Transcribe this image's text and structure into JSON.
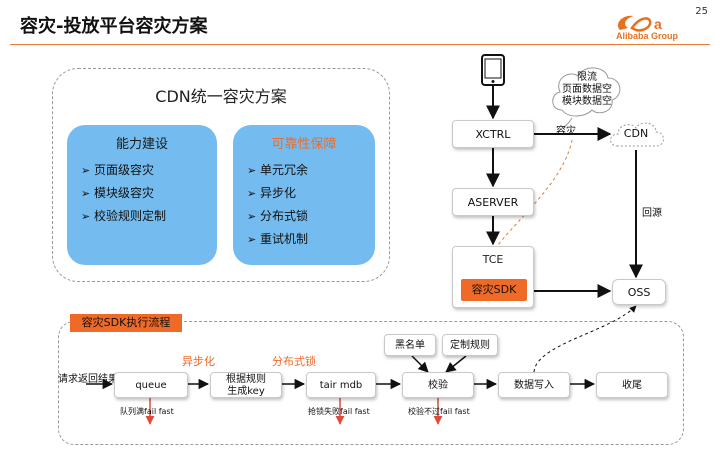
{
  "header": {
    "title": "容灾-投放平台容灾方案",
    "page_number": "25",
    "brand": "Alibaba Group"
  },
  "cdn_panel": {
    "title": "CDN统一容灾方案",
    "capability": {
      "title": "能力建设",
      "items": [
        "页面级容灾",
        "模块级容灾",
        "校验规则定制"
      ]
    },
    "reliability": {
      "title": "可靠性保障",
      "items": [
        "单元冗余",
        "异步化",
        "分布式锁",
        "重试机制"
      ]
    }
  },
  "architecture": {
    "xctrl": "XCTRL",
    "aserver": "ASERVER",
    "tce": "TCE",
    "sdk": "容灾SDK",
    "cdn": "CDN",
    "oss": "OSS",
    "cloud_lines": [
      "限流",
      "页面数据空",
      "模块数据空"
    ],
    "edge_disaster": "容灾",
    "edge_origin": "回源"
  },
  "flow": {
    "tag": "容灾SDK执行流程",
    "start_label": "请求返回结果",
    "steps": {
      "queue": "queue",
      "keygen_line1": "根据规则",
      "keygen_line2": "生成key",
      "tair": "tair mdb",
      "verify": "校验",
      "write": "数据写入",
      "finish": "收尾",
      "blacklist": "黑名单",
      "custom_rules": "定制规则"
    },
    "annotations": {
      "async": "异步化",
      "dist_lock": "分布式锁",
      "queue_fail": "队列满fail fast",
      "lock_fail": "抢锁失败fail fast",
      "verify_fail": "校验不过fail fast"
    }
  },
  "colors": {
    "accent_orange": "#ee6a26",
    "box_blue": "#74bcf0",
    "fail_red": "#e04a3a"
  }
}
